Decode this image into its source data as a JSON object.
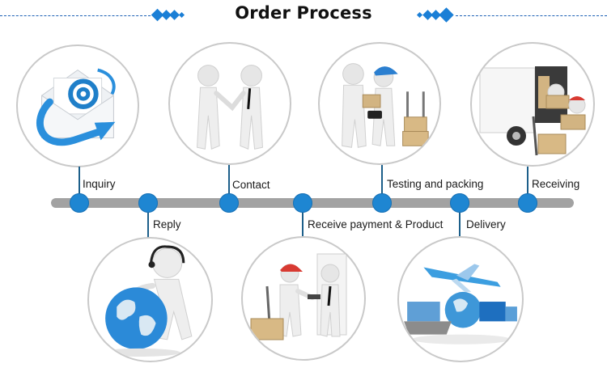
{
  "header": {
    "title": "Order Process",
    "accent_color": "#1b7fd6"
  },
  "timeline": {
    "bar_color": "#a2a2a2",
    "dot_color": "#1e86d2",
    "connector_color": "#1d5f8a",
    "steps": [
      {
        "step": 1,
        "label": "Inquiry",
        "position": "above",
        "image": "email-at-icon"
      },
      {
        "step": 2,
        "label": "Reply",
        "position": "below",
        "image": "support-globe-icon"
      },
      {
        "step": 3,
        "label": "Contact",
        "position": "above",
        "image": "handshake-icon"
      },
      {
        "step": 4,
        "label": "Receive payment & Product",
        "position": "below",
        "image": "courier-delivery-icon"
      },
      {
        "step": 5,
        "label": "Testing and packing",
        "position": "above",
        "image": "scanner-packing-icon"
      },
      {
        "step": 6,
        "label": "Delivery",
        "position": "below",
        "image": "shipping-logistics-icon"
      },
      {
        "step": 7,
        "label": "Receiving",
        "position": "above",
        "image": "truck-unloading-icon"
      }
    ]
  }
}
